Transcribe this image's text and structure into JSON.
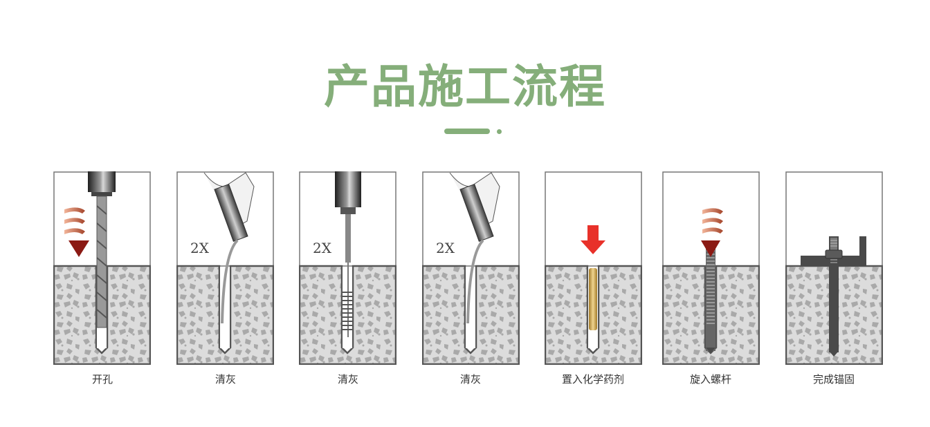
{
  "header": {
    "title": "产品施工流程",
    "title_color": "#85ae7a",
    "accent_color": "#85ae7a"
  },
  "steps": [
    {
      "label": "开孔",
      "annotation": "",
      "icon": "drill-icon"
    },
    {
      "label": "清灰",
      "annotation": "2X",
      "icon": "blower-icon"
    },
    {
      "label": "清灰",
      "annotation": "2X",
      "icon": "brush-icon"
    },
    {
      "label": "清灰",
      "annotation": "2X",
      "icon": "blower-icon"
    },
    {
      "label": "置入化学药剂",
      "annotation": "",
      "icon": "capsule-icon"
    },
    {
      "label": "旋入螺杆",
      "annotation": "",
      "icon": "threaded-rod-icon"
    },
    {
      "label": "完成锚固",
      "annotation": "",
      "icon": "anchored-bolt-icon"
    }
  ],
  "colors": {
    "concrete_bg": "#d9d9d9",
    "aggregate": "#a8a8a8",
    "border": "#555555",
    "arrow_dark_red": "#8b1a14",
    "arrow_red": "#e8312a",
    "swirl": "#c9694a",
    "capsule": "#c9a04a",
    "steel": "#4a4a4a"
  }
}
